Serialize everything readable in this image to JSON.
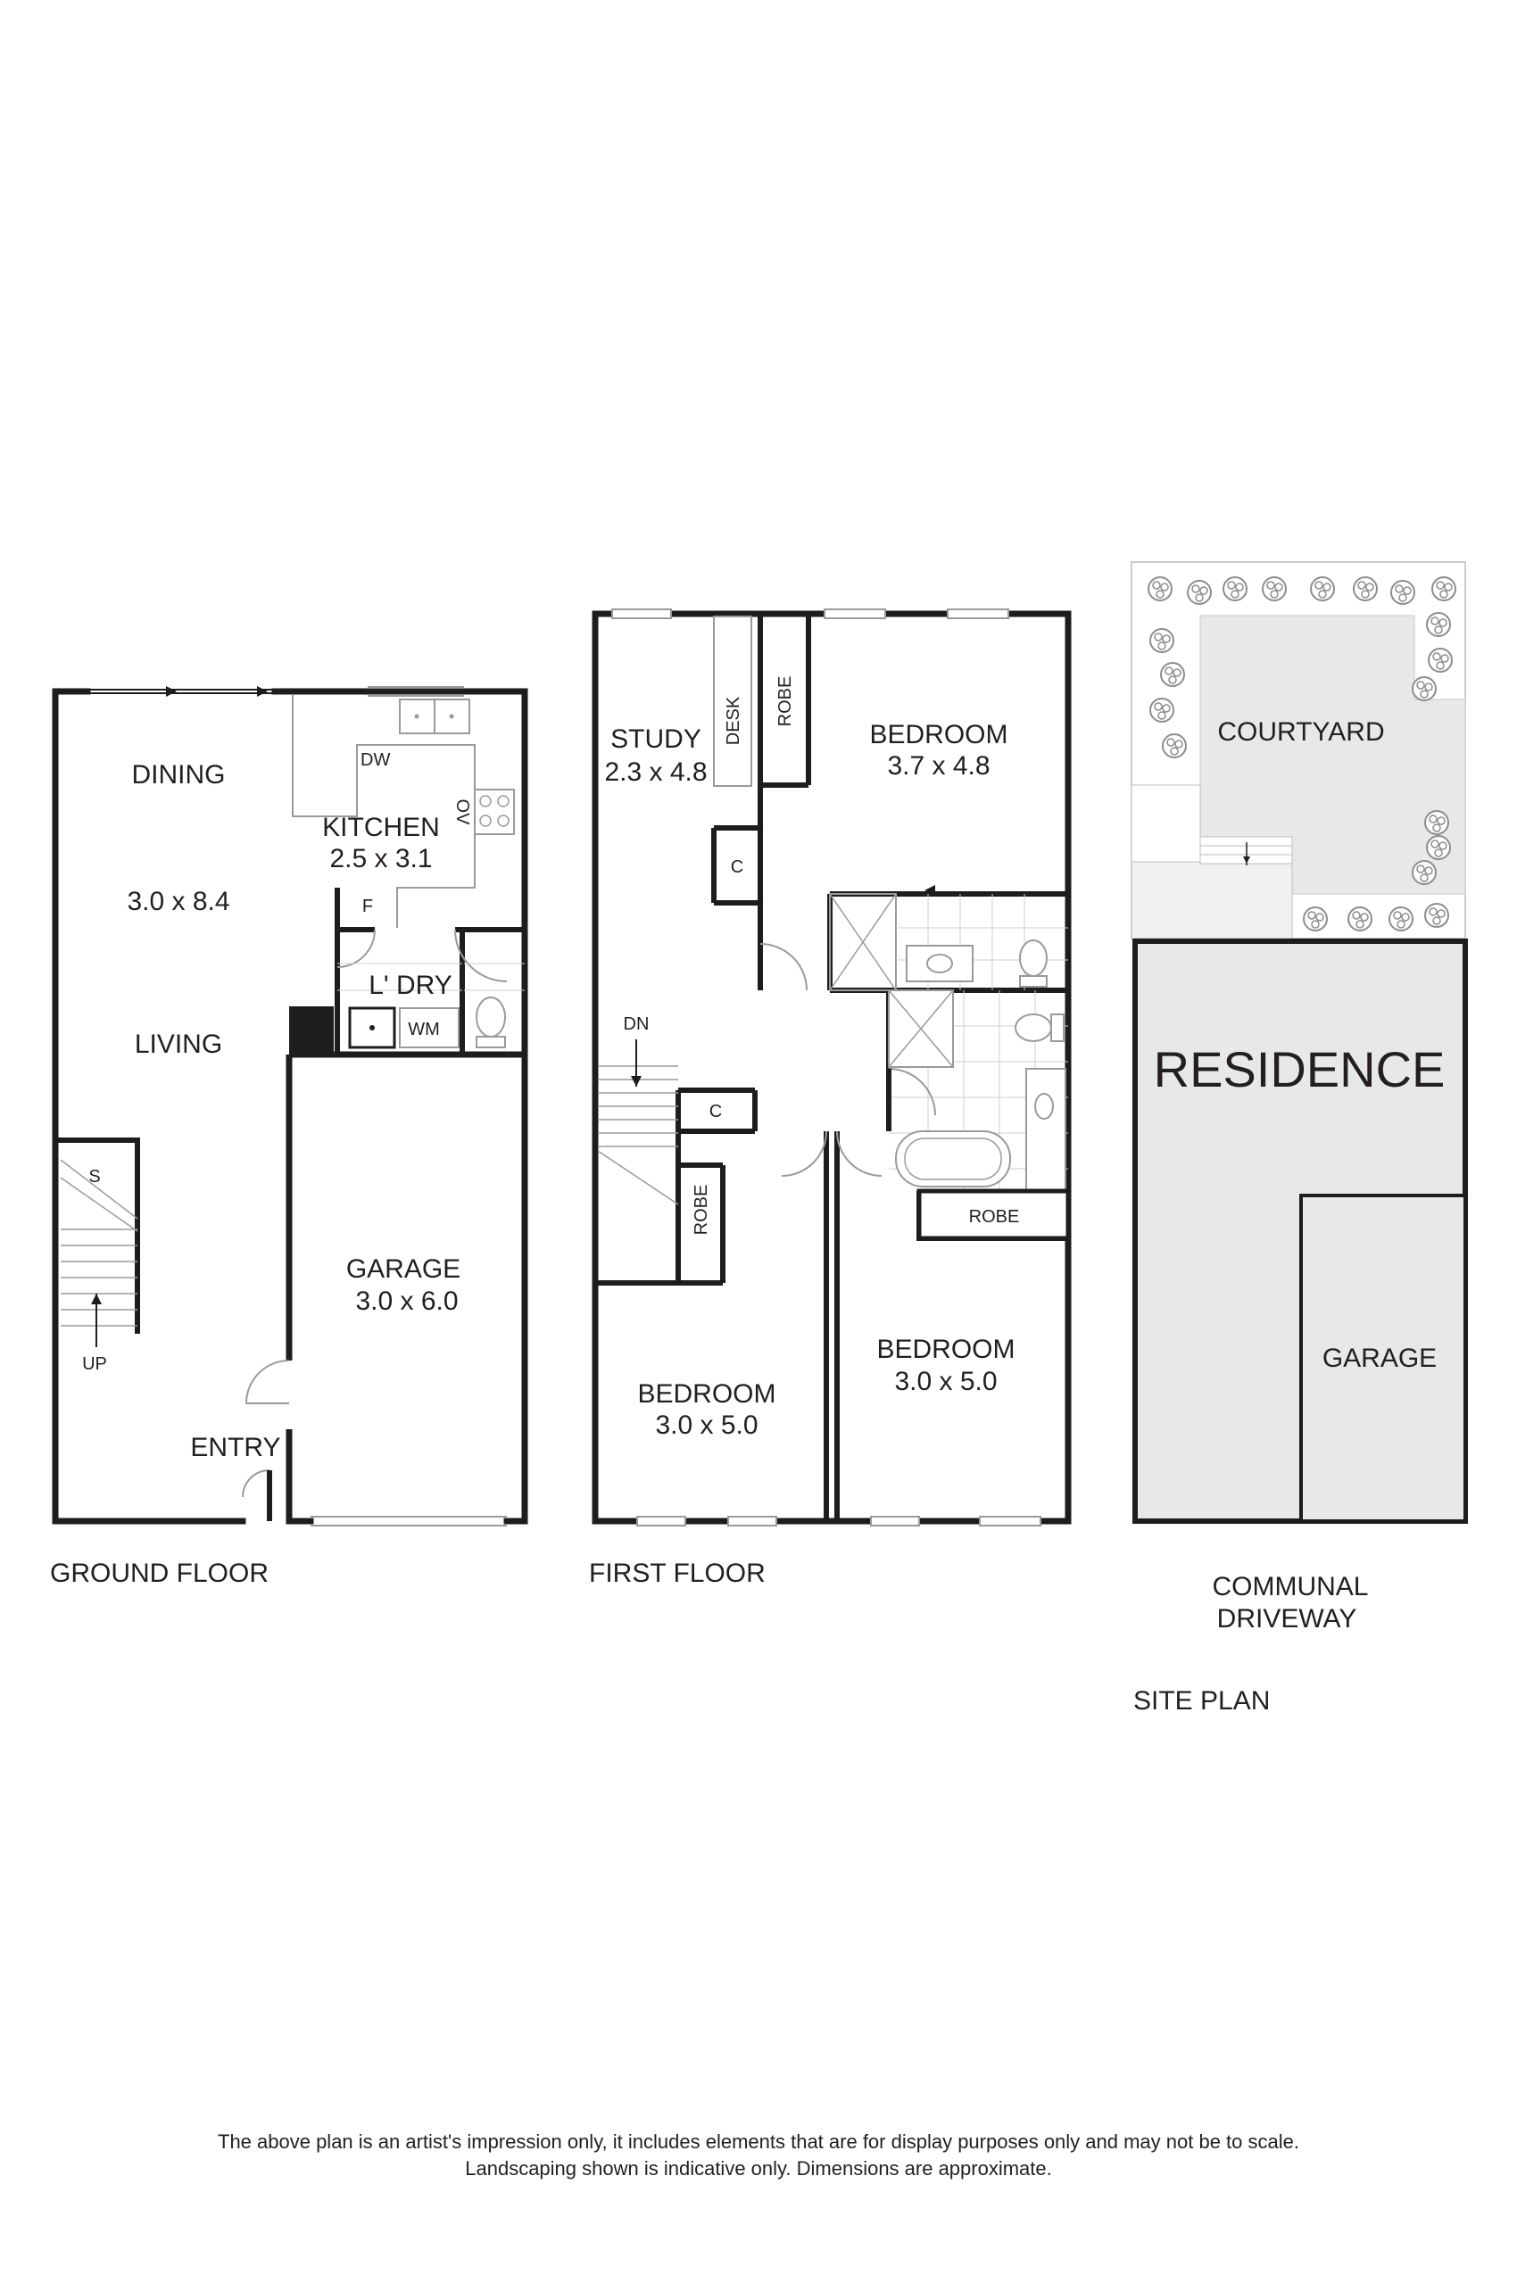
{
  "ground_floor": {
    "title": "GROUND FLOOR",
    "dining": "DINING",
    "dining_dim": "3.0 x 8.4",
    "living": "LIVING",
    "kitchen": "KITCHEN",
    "kitchen_dim": "2.5 x 3.1",
    "dw": "DW",
    "ov": "OV",
    "f": "F",
    "laundry": "L' DRY",
    "wm": "WM",
    "s": "S",
    "up": "UP",
    "garage": "GARAGE",
    "garage_dim": "3.0 x 6.0",
    "entry": "ENTRY"
  },
  "first_floor": {
    "title": "FIRST FLOOR",
    "study": "STUDY",
    "study_dim": "2.3 x 4.8",
    "desk": "DESK",
    "robe_top": "ROBE",
    "bedroom1": "BEDROOM",
    "bedroom1_dim": "3.7 x 4.8",
    "c1": "C",
    "c2": "C",
    "dn": "DN",
    "robe_left": "ROBE",
    "robe_right": "ROBE",
    "bedroom2": "BEDROOM",
    "bedroom2_dim": "3.0 x 5.0",
    "bedroom3": "BEDROOM",
    "bedroom3_dim": "3.0 x 5.0"
  },
  "site_plan": {
    "title": "SITE PLAN",
    "courtyard": "COURTYARD",
    "residence": "RESIDENCE",
    "garage": "GARAGE",
    "driveway_line1": "COMMUNAL",
    "driveway_line2": "DRIVEWAY"
  },
  "disclaimer": {
    "line1": "The above plan is an artist's impression only, it includes elements that are for display purposes only and may not be to scale.",
    "line2": "Landscaping shown is indicative only. Dimensions are approximate."
  },
  "colors": {
    "wall": "#1f1c1d",
    "fixture": "#9a9a9a",
    "grey_fill": "#e8e8e9",
    "tile": "#bcbcbc"
  }
}
